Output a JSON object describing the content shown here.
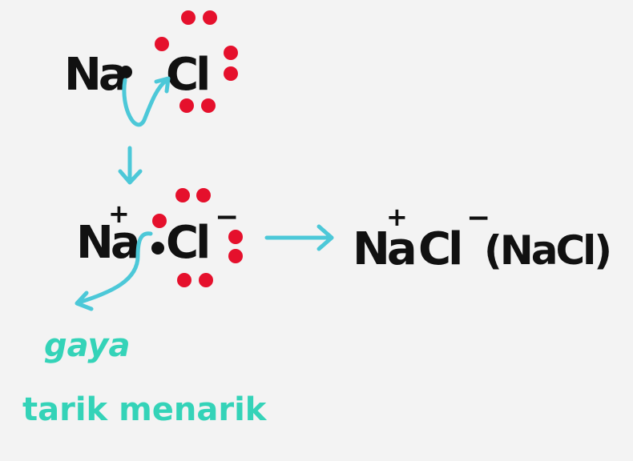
{
  "colors": {
    "background": "#f3f3f3",
    "ink": "#111111",
    "electron_red": "#e5102c",
    "arrow_cyan": "#4cc8d8",
    "note_green": "#34d3b8"
  },
  "top_reactants": {
    "sodium": "Na",
    "chlorine": "Cl"
  },
  "ions": {
    "sodium": "Na",
    "sodium_charge": "+",
    "chlorine": "Cl",
    "chlorine_charge": "−"
  },
  "product": {
    "sodium": "Na",
    "sodium_charge": "+",
    "chlorine": "Cl",
    "chlorine_charge": "−",
    "name": "(NaCl)"
  },
  "note": {
    "line1": "gaya",
    "line2": "tarik menarik"
  },
  "icons": {
    "transfer_arrow": "curved-arrow-icon",
    "down_arrow": "arrow-down-icon",
    "reaction_arrow": "arrow-right-icon",
    "attraction_arrow": "curved-arrow-icon"
  }
}
